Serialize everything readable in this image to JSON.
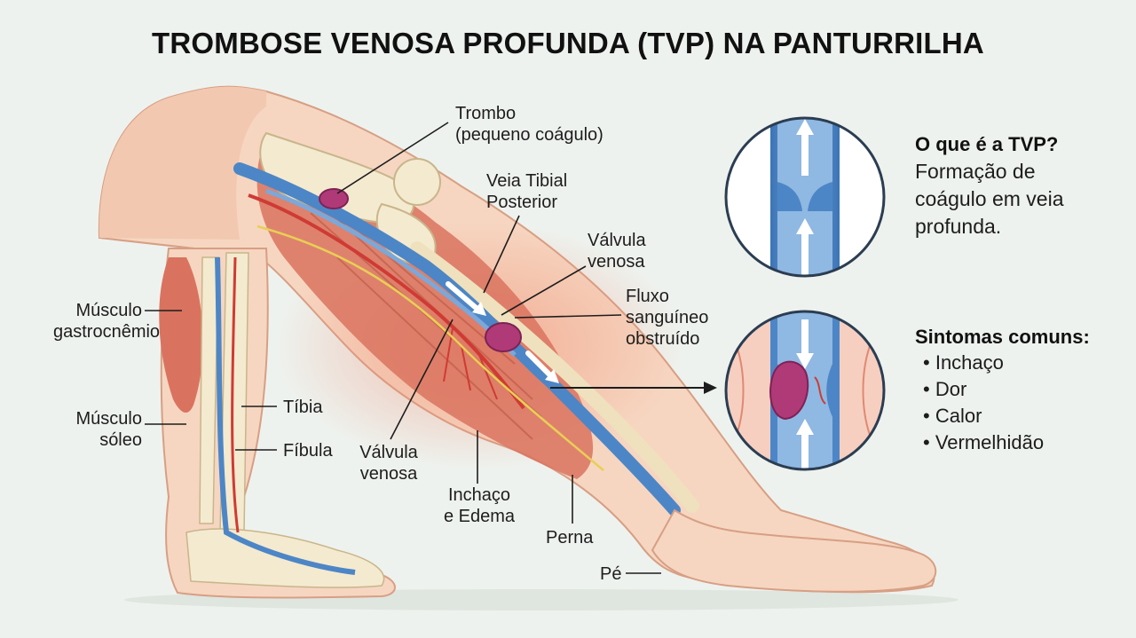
{
  "title": "TROMBOSE VENOSA PROFUNDA (TVP) NA PANTURRILHA",
  "labels": {
    "trombo": "Trombo\n(pequeno coágulo)",
    "veia_tibial": "Veia Tibial\nPosterior",
    "valvula_top": "Válvula\nvenosa",
    "fluxo": "Fluxo\nsanguíneo\nobstruído",
    "musculo_gastro": "Músculo\ngastrocnêmio",
    "musculo_soleo": "Músculo\nsóleo",
    "tibia": "Tíbia",
    "fibula": "Fíbula",
    "valvula_bottom": "Válvula\nvenosa",
    "inchaco_edema": "Inchaço\ne Edema",
    "perna": "Perna",
    "pe": "Pé"
  },
  "info": {
    "heading": "O que é a TVP?",
    "text": "Formação de\ncoágulo em veia\nprofunda."
  },
  "symptoms": {
    "heading": "Sintomas comuns:",
    "items": [
      "Inchaço",
      "Dor",
      "Calor",
      "Vermelhidão"
    ]
  },
  "colors": {
    "skin": "#f6d6c1",
    "skin_shadow": "#eab69c",
    "muscle": "#d9735f",
    "bone": "#f4ead0",
    "vein": "#4d86c6",
    "artery": "#cf3b34",
    "clot": "#b03a78"
  }
}
